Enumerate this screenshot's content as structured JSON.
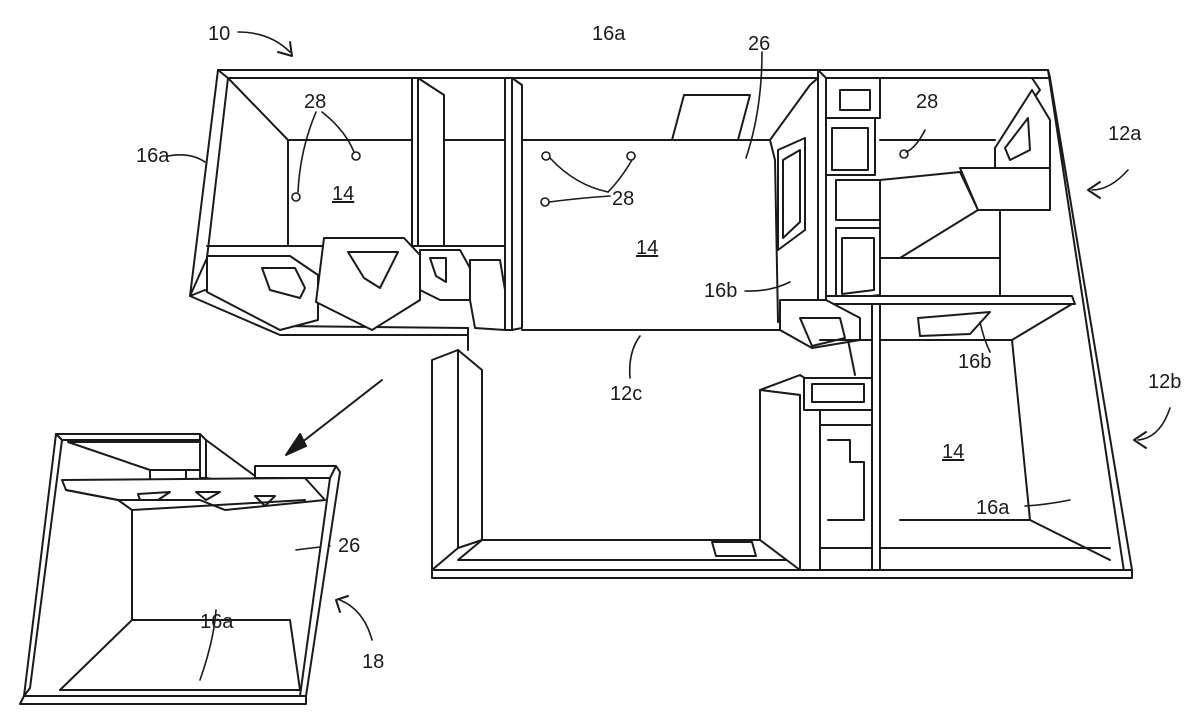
{
  "labels": {
    "l10": "10",
    "l16a_top": "16a",
    "l26_top": "26",
    "l16a_left": "16a",
    "l28_left": "28",
    "l14_left": "14",
    "l28_center": "28",
    "l14_center": "14",
    "l16b_center": "16b",
    "l28_right": "28",
    "l12a": "12a",
    "l12c": "12c",
    "l16b_right": "16b",
    "l12b": "12b",
    "l14_right": "14",
    "l16a_right": "16a",
    "l26_detail": "26",
    "l16a_detail": "16a",
    "l18": "18"
  }
}
